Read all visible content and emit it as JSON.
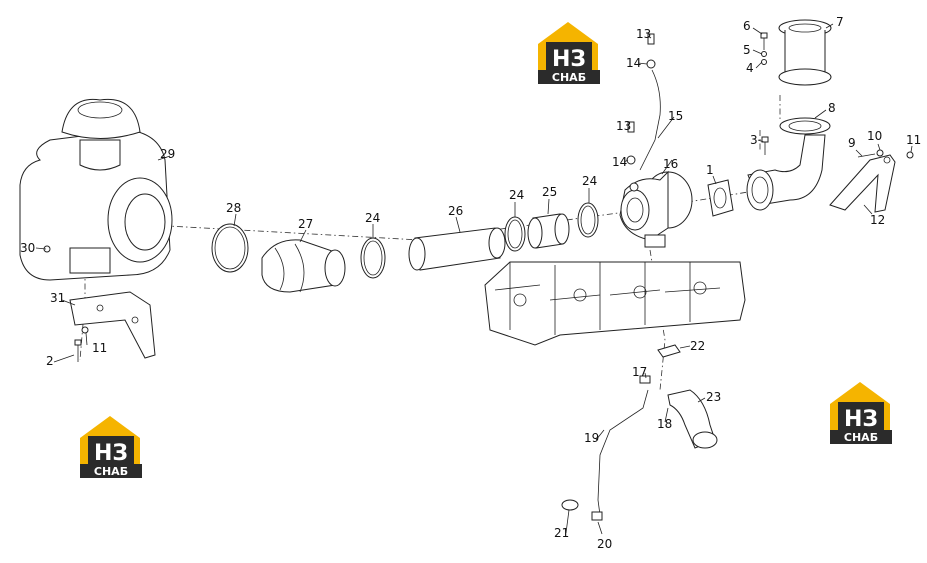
{
  "logo": {
    "mark": "НЗ",
    "caption": "СНАБ",
    "color_yellow": "#f5b400",
    "color_dark": "#2b2b2b"
  },
  "callouts": [
    "1",
    "2",
    "3",
    "4",
    "5",
    "6",
    "7",
    "8",
    "9",
    "10",
    "11",
    "11",
    "12",
    "13",
    "13",
    "14",
    "14",
    "15",
    "16",
    "17",
    "18",
    "19",
    "20",
    "21",
    "22",
    "23",
    "24",
    "24",
    "24",
    "25",
    "26",
    "27",
    "28",
    "29",
    "30",
    "31"
  ],
  "labels": {
    "n1": "1",
    "n2": "2",
    "n3": "3",
    "n4": "4",
    "n5": "5",
    "n6": "6",
    "n7": "7",
    "n8": "8",
    "n9": "9",
    "n10": "10",
    "n11a": "11",
    "n11b": "11",
    "n12": "12",
    "n13a": "13",
    "n13b": "13",
    "n14a": "14",
    "n14b": "14",
    "n15": "15",
    "n16": "16",
    "n17": "17",
    "n18": "18",
    "n19": "19",
    "n20": "20",
    "n21": "21",
    "n22": "22",
    "n23": "23",
    "n24a": "24",
    "n24b": "24",
    "n24c": "24",
    "n25": "25",
    "n26": "26",
    "n27": "27",
    "n28": "28",
    "n29": "29",
    "n30": "30",
    "n31": "31"
  }
}
